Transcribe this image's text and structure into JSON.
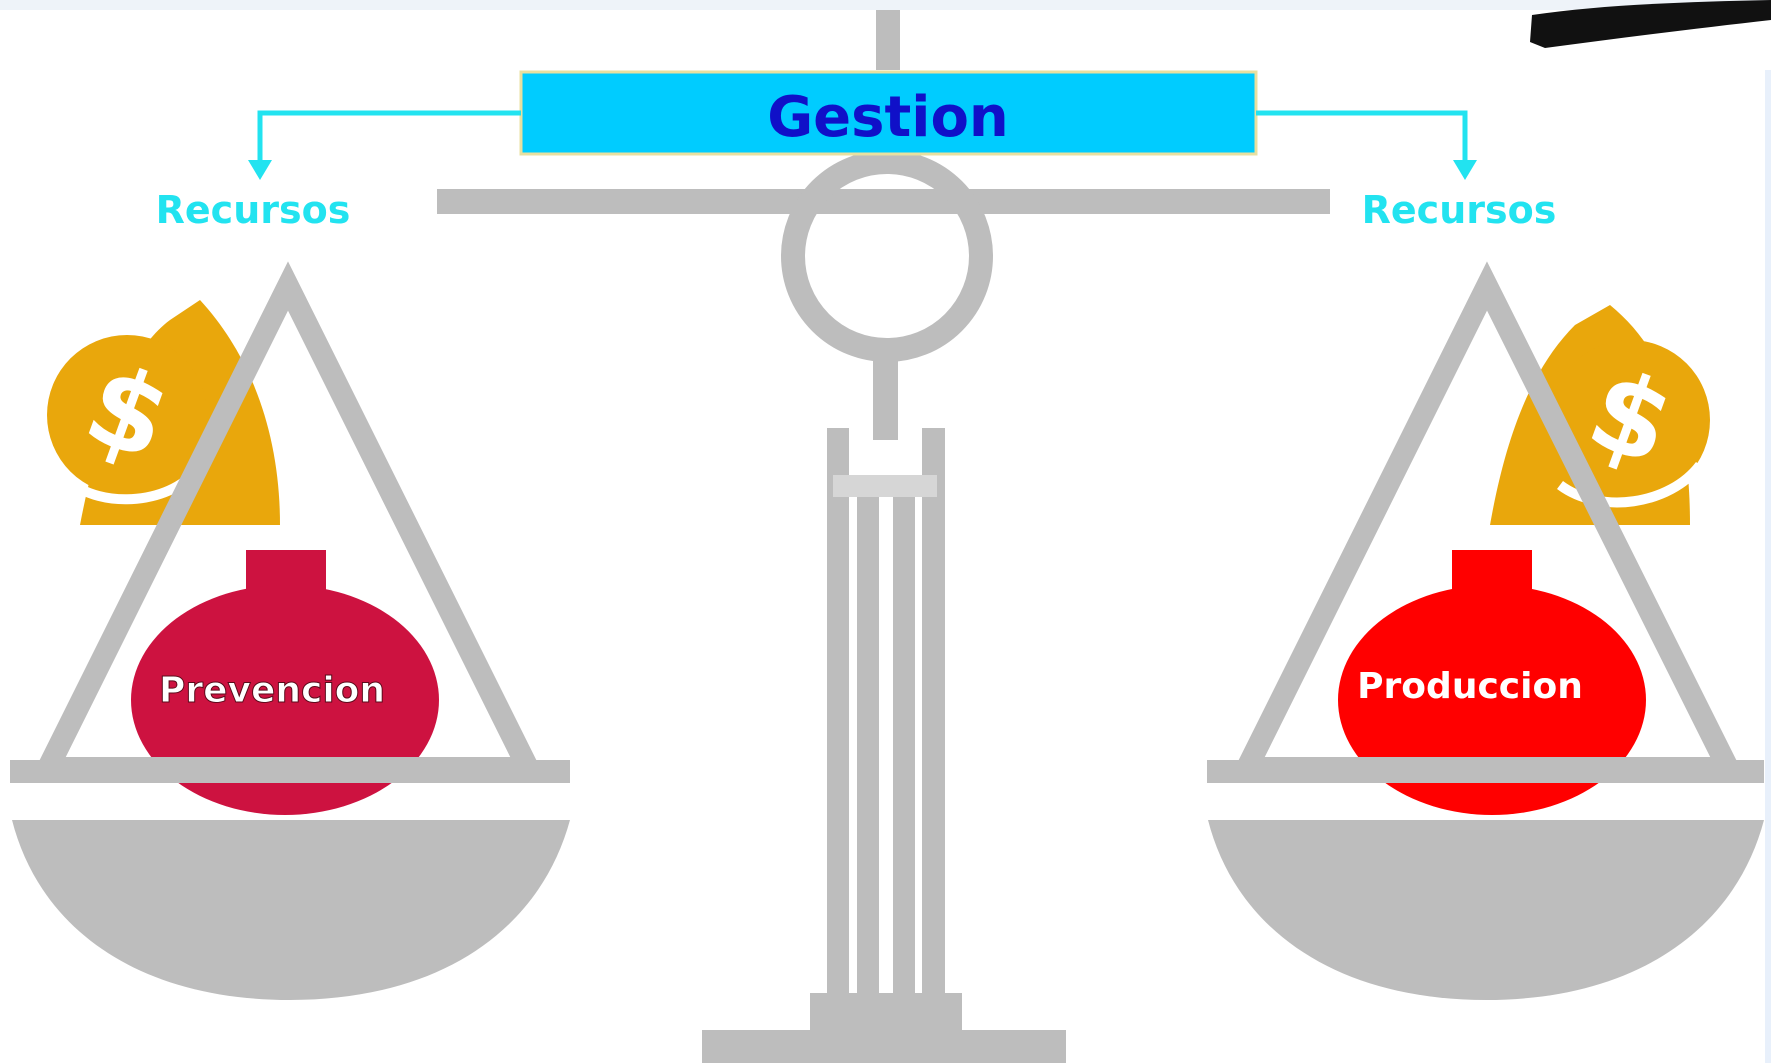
{
  "header": {
    "title": "Gestion"
  },
  "left": {
    "resource_label": "Recursos",
    "weight_label": "Prevencion"
  },
  "right": {
    "resource_label": "Recursos",
    "weight_label": "Produccion"
  },
  "icons": {
    "money_bag": "$"
  },
  "colors": {
    "scale_gray": "#bdbdbd",
    "title_box": "#00ccff",
    "title_text": "#1010c8",
    "title_border": "#e8e0a0",
    "resource_text": "#22e3f0",
    "arrow": "#22e3f0",
    "bag": "#e9a70c",
    "left_weight": "#cd1240",
    "right_weight": "#ff0000"
  }
}
